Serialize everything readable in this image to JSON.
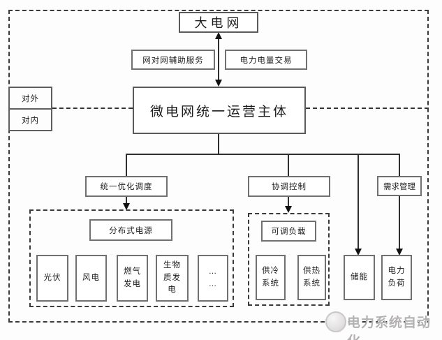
{
  "diagram": {
    "top": {
      "grid": "大电网",
      "aux_service": "网对网辅助服务",
      "energy_trade": "电力电量交易"
    },
    "boundary": {
      "external": "对外",
      "internal": "对内"
    },
    "main_entity": "微电网统一运营主体",
    "functions": {
      "dispatch": "统一优化调度",
      "control": "协调控制",
      "demand": "需求管理"
    },
    "distributed_generation": {
      "title": "分布式电源",
      "items": [
        "光伏",
        "风电",
        "燃气发电",
        "生物质发电",
        "… …"
      ]
    },
    "adjustable_load": {
      "title": "可调负载",
      "items": [
        "供冷系统",
        "供热系统"
      ]
    },
    "storage": "储能",
    "power_load": "电力负荷",
    "watermark": {
      "brand": "电力系统自动化",
      "icon": "power-system-logo-icon"
    }
  }
}
